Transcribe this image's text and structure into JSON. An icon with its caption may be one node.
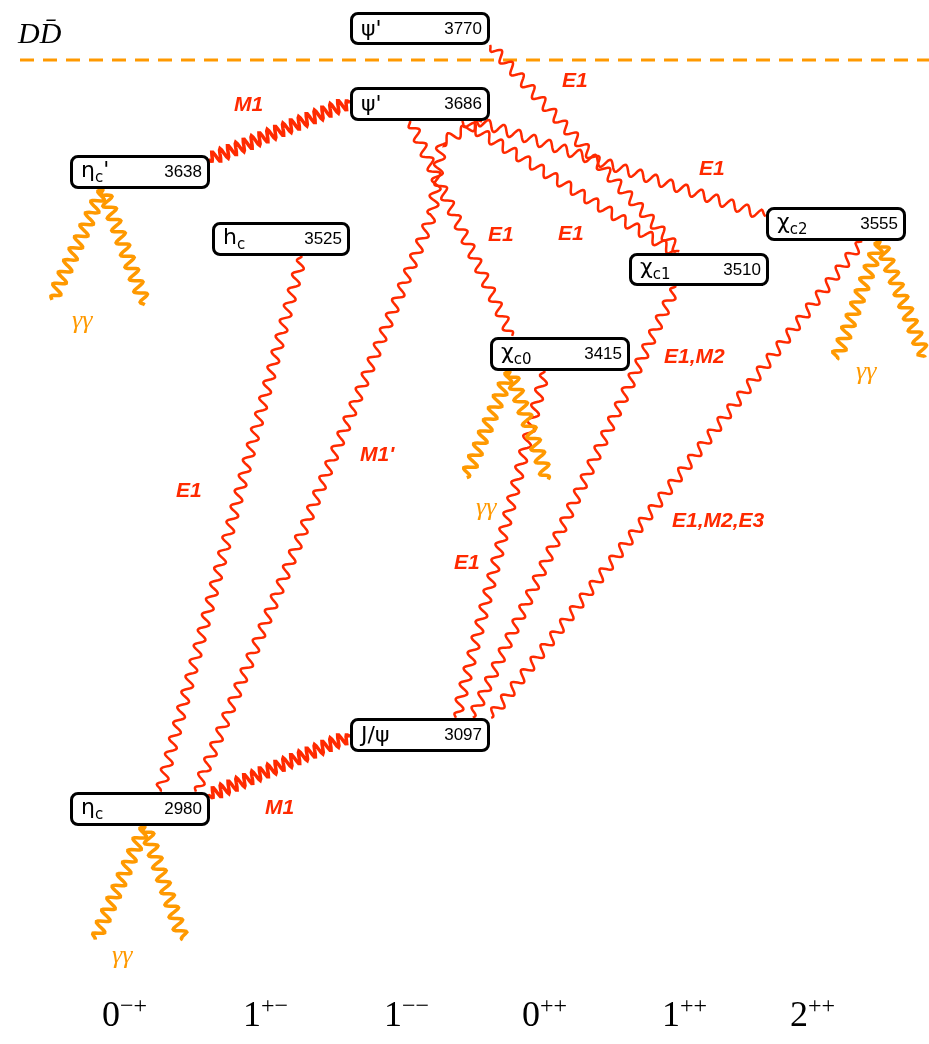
{
  "diagram": {
    "nodes": [
      {
        "text": [
          "ψ'",
          "3770"
        ]
      },
      {
        "text": [
          "ψ'",
          "3686"
        ]
      },
      {
        "text": [
          "η$_{c}$'",
          "3638"
        ]
      },
      {
        "text": [
          "h$_{c}$",
          "3525"
        ]
      },
      {
        "text": [
          "χ$_{c2}$",
          "3555"
        ]
      },
      {
        "text": [
          "χ$_{c1}$",
          "3510"
        ]
      },
      {
        "text": [
          "χ$_{c0}$",
          "3415"
        ]
      },
      {
        "text": [
          "J/ψ",
          "3097"
        ]
      },
      {
        "text": [
          "η$_{c}$",
          "2980"
        ]
      }
    ],
    "edges": [
      {
        "from": 1,
        "to": 2,
        "arrow": "none",
        "label": "M1"
      },
      {
        "from": 0,
        "to": 5,
        "arrow": "none",
        "label": "E1"
      },
      {
        "from": 1,
        "to": 4,
        "arrow": "none",
        "label": "E1"
      },
      {
        "from": 1,
        "to": 5,
        "arrow": "none",
        "label": "E1"
      },
      {
        "from": 1,
        "to": 6,
        "arrow": "none",
        "label": "E1"
      },
      {
        "from": 1,
        "to": 8,
        "arrow": "none",
        "label": "M1'"
      },
      {
        "from": 3,
        "to": 8,
        "arrow": "none",
        "label": "E1"
      },
      {
        "from": 6,
        "to": 7,
        "arrow": "none",
        "label": "E1"
      },
      {
        "from": 5,
        "to": 7,
        "arrow": "none",
        "label": "E1,M2"
      },
      {
        "from": 4,
        "to": 7,
        "arrow": "none",
        "label": "E1,M2,E3"
      },
      {
        "from": 7,
        "to": 8,
        "arrow": "none",
        "label": "M1"
      },
      {
        "from": 2,
        "to": null,
        "arrow": "none",
        "color": "#ff9900"
      },
      {
        "from": 2,
        "to": null,
        "arrow": "none",
        "color": "#ff9900"
      },
      {
        "from": 4,
        "to": null,
        "arrow": "none",
        "color": "#ff9900"
      },
      {
        "from": 4,
        "to": null,
        "arrow": "none",
        "color": "#ff9900"
      },
      {
        "from": 6,
        "to": null,
        "arrow": "none",
        "color": "#ff9900"
      },
      {
        "from": 6,
        "to": null,
        "arrow": "none",
        "color": "#ff9900"
      },
      {
        "from": 8,
        "to": null,
        "arrow": "none",
        "color": "#ff9900"
      },
      {
        "from": 8,
        "to": null,
        "arrow": "none",
        "color": "#ff9900"
      }
    ],
    "labels": [
      "DD̄",
      "γγ",
      "γγ",
      "γγ",
      "γγ",
      "0$^{−+}$",
      "1$^{+−}$",
      "1$^{−−}$",
      "0$^{++}$",
      "1$^{++}$",
      "2$^{++}$"
    ]
  }
}
